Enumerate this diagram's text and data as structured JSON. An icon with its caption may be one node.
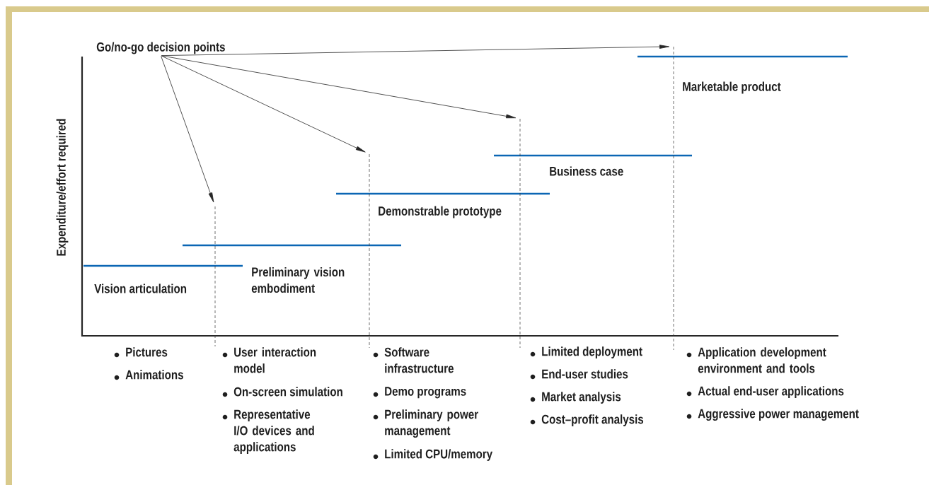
{
  "diagram": {
    "nodes": [
      {
        "text": [
          "Go/no-go decision points"
        ]
      },
      {
        "text": [],
        "shape": "line"
      },
      {
        "text": [],
        "shape": "line"
      },
      {
        "text": [],
        "shape": "line"
      },
      {
        "text": [],
        "shape": "line"
      }
    ],
    "edges": [
      {
        "from": 0,
        "to": 1,
        "arrow": "to"
      },
      {
        "from": 0,
        "to": 2,
        "arrow": "to"
      },
      {
        "from": 0,
        "to": 3,
        "arrow": "to"
      },
      {
        "from": 0,
        "to": 4,
        "arrow": "to"
      }
    ],
    "labels": [
      "Expenditure/effort required",
      "Vision articulation",
      "Preliminary vision embodiment",
      "Demonstrable prototype",
      "Business case",
      "Marketable product",
      "Pictures",
      "Animations",
      "User interaction model",
      "On-screen simulation",
      "Representative I/O devices and applications",
      "Software infrastructure",
      "Demo programs",
      "Preliminary power management",
      "Limited CPU/memory",
      "Limited deployment",
      "End-user studies",
      "Market analysis",
      "Cost–profit analysis",
      "Application development environment and tools",
      "Actual end-user applications",
      "Aggressive power management"
    ]
  }
}
